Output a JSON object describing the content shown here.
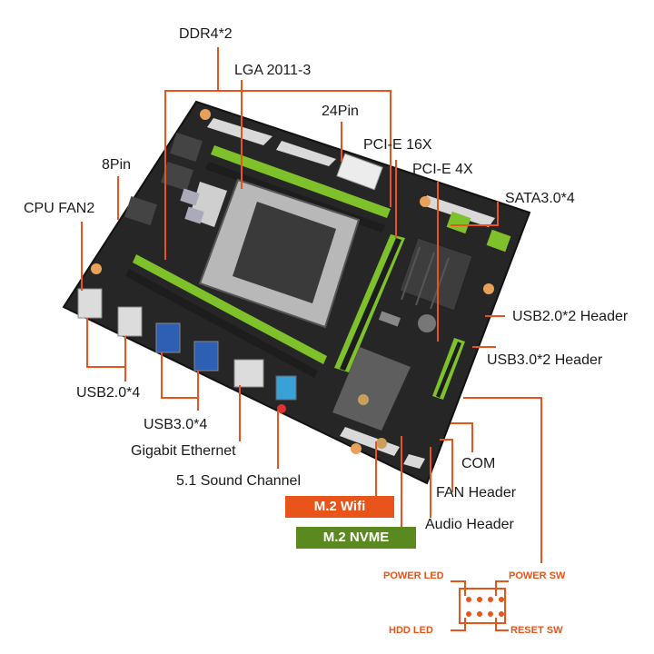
{
  "colors": {
    "pcb": "#2a2a2a",
    "accent_green": "#7ec12b",
    "leader_orange": "#e8541a",
    "wifi_badge": "#e8541a",
    "nvme_badge": "#5a8a1f"
  },
  "labels": {
    "ddr4": "DDR4*2",
    "lga": "LGA 2011-3",
    "pin24": "24Pin",
    "pcie16": "PCI-E 16X",
    "pin8": "8Pin",
    "pcie4": "PCI-E 4X",
    "cpu_fan2": "CPU FAN2",
    "sata": "SATA3.0*4",
    "usb2_header": "USB2.0*2 Header",
    "usb3_header": "USB3.0*2 Header",
    "usb2": "USB2.0*4",
    "usb3": "USB3.0*4",
    "gigabit": "Gigabit Ethernet",
    "com": "COM",
    "sound": "5.1 Sound Channel",
    "fan_header": "FAN Header",
    "audio_header": "Audio Header"
  },
  "badges": {
    "m2_wifi": "M.2 Wifi",
    "m2_nvme": "M.2 NVME"
  },
  "front_panel": {
    "power_led": "POWER LED",
    "power_sw": "POWER SW",
    "hdd_led": "HDD LED",
    "reset_sw": "RESET SW"
  }
}
